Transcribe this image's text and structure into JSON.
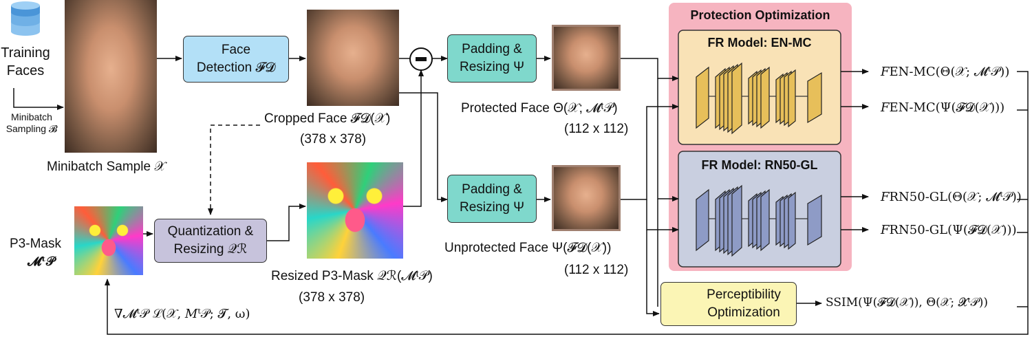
{
  "training": {
    "label": "Training\nFaces",
    "sampling": "Minibatch\nSampling 𝓑"
  },
  "photo": {
    "caption": "Minibatch Sample 𝒳"
  },
  "face_detection": {
    "label": "Face\nDetection 𝓕𝓓"
  },
  "cropped": {
    "caption": "Cropped Face 𝓕𝓓(𝒳)",
    "size": "(378 x 378)"
  },
  "minus": {
    "symbol": "−"
  },
  "pad_top": {
    "label": "Padding &\nResizing Ψ"
  },
  "pad_bottom": {
    "label": "Padding &\nResizing Ψ"
  },
  "protected": {
    "caption": "Protected Face Θ(𝒳; 𝓜ᵗ𝒫)",
    "size": "(112 x 112)"
  },
  "unprotected": {
    "caption": "Unprotected Face Ψ(𝓕𝓓(𝒳))",
    "size": "(112 x 112)"
  },
  "p3mask": {
    "caption": "P3-Mask",
    "symbol": "𝓜ᵗ𝒫"
  },
  "quantization": {
    "label": "Quantization &\nResizing 𝒬ℛ"
  },
  "resized": {
    "caption": "Resized P3-Mask 𝒬ℛ(𝓜ᵗ𝒫)",
    "size": "(378 x 378)"
  },
  "gradient": {
    "text": "∇𝓜ᵗ𝒫 ℒ(𝒳, 𝑀ᵗ𝒫; 𝓣, ω)"
  },
  "protection": {
    "title": "Protection Optimization"
  },
  "model1": {
    "title": "FR Model: EN-MC"
  },
  "model2": {
    "title": "FR Model: RN50-GL"
  },
  "perceptibility": {
    "label": "Perceptibility\nOptimization"
  },
  "outputs": [
    "𝐹EN-MC(Θ(𝒳; 𝓜ᵗ𝒫))",
    "𝐹EN-MC(Ψ(𝓕𝓓(𝒳)))",
    "𝐹RN50-GL(Θ(𝒳; 𝓜ᵗ𝒫))",
    "𝐹RN50-GL(Ψ(𝓕𝓓(𝒳)))",
    "SSIM(Ψ(𝓕𝓓(𝒳)), Θ(𝒳; 𝓧ᵗ𝒫))"
  ],
  "colors": {
    "face_detection_fill": "#b3e0f7",
    "padding_fill": "#7fd8cc",
    "quantization_fill": "#c7c3dc",
    "protection_fill": "#f6b4c0",
    "model1_fill": "#f9e2b6",
    "model1_layers": "#e7bf5a",
    "model2_fill": "#c9cfe0",
    "model2_layers": "#8e9bc6",
    "perceptibility_fill": "#fbf5b5",
    "database": "#4a95d8"
  },
  "icons": {
    "database": "database-icon",
    "subtract": "minus-operator-icon",
    "perceptibility": "target-ring-icon"
  }
}
